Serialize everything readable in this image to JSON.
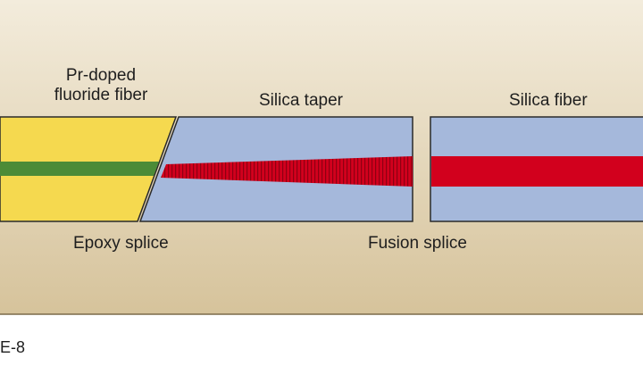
{
  "diagram": {
    "labels": {
      "fluoride_fiber_line1": "Pr-doped",
      "fluoride_fiber_line2": "fluoride fiber",
      "silica_taper": "Silica taper",
      "silica_fiber": "Silica fiber",
      "epoxy_splice": "Epoxy splice",
      "fusion_splice": "Fusion splice"
    },
    "figure_label": "E-8",
    "colors": {
      "background_top": "#f3ecdc",
      "background_bottom": "#d6c39b",
      "fluoride_fiber": "#f5d94f",
      "fluoride_core": "#4c8b37",
      "silica_cladding": "#a5b8db",
      "silica_core": "#d2001d",
      "outline": "#2a2a2a",
      "caption_area": "#ffffff"
    }
  }
}
